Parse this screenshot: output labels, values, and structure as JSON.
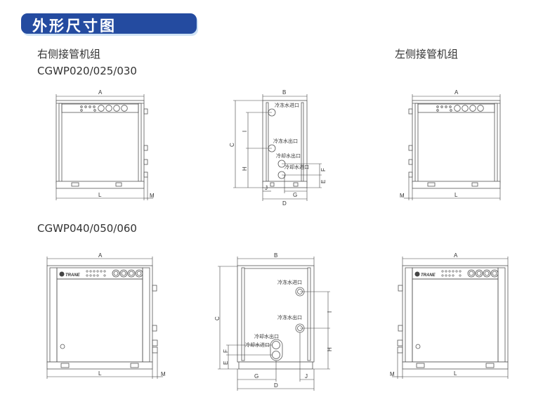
{
  "header": {
    "title": "外形尺寸图",
    "color": "#244ba0"
  },
  "sections": {
    "right_pipe": "右侧接管机组",
    "left_pipe": "左侧接管机组",
    "model_small": "CGWP020/025/030",
    "model_large": "CGWP040/050/060"
  },
  "dims": {
    "A": "A",
    "B": "B",
    "C": "C",
    "D": "D",
    "E": "E",
    "F": "F",
    "G": "G",
    "H": "H",
    "I": "I",
    "J": "J",
    "L": "L",
    "M": "M"
  },
  "pipes": {
    "chilled_in": "冷冻水进口",
    "chilled_out": "冷冻水出口",
    "cooling_out": "冷却水出口",
    "cooling_in": "冷却水进口"
  },
  "logo": "TRANE"
}
